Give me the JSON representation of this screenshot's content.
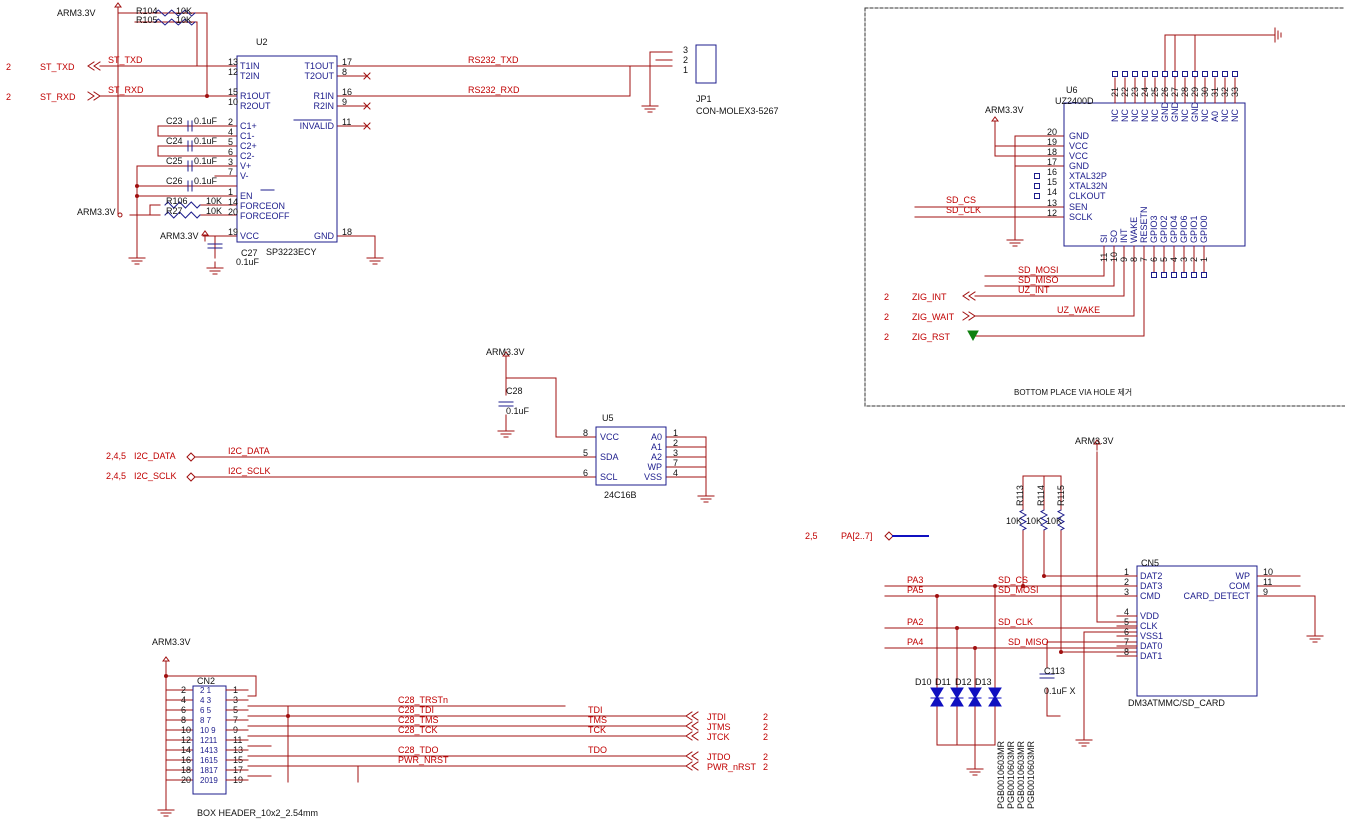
{
  "colors": {
    "wire": "#a01010",
    "body": "#1c1c8c",
    "label": "#c00000",
    "pin": "#1c1c8c",
    "accent": "#1010c0",
    "diode": "#1010c0",
    "rstArrow": "#108010"
  },
  "power": {
    "arm33": "ARM3.3V"
  },
  "u2": {
    "ref": "U2",
    "part": "SP3223ECY",
    "leftPins": [
      {
        "name": "T1IN",
        "num": "13"
      },
      {
        "name": "T2IN",
        "num": "12"
      },
      {
        "name": "R1OUT",
        "num": "15"
      },
      {
        "name": "R2OUT",
        "num": "10"
      },
      {
        "name": "C1+",
        "num": "2"
      },
      {
        "name": "C1-",
        "num": "4"
      },
      {
        "name": "C2+",
        "num": "5"
      },
      {
        "name": "C2-",
        "num": "6"
      },
      {
        "name": "V+",
        "num": "3"
      },
      {
        "name": "V-",
        "num": "7"
      },
      {
        "name": "EN",
        "num": "1"
      },
      {
        "name": "FORCEON",
        "num": "14"
      },
      {
        "name": "FORCEOFF",
        "num": "20"
      },
      {
        "name": "VCC",
        "num": "19"
      }
    ],
    "rightPins": [
      {
        "name": "T1OUT",
        "num": "17"
      },
      {
        "name": "T2OUT",
        "num": "8"
      },
      {
        "name": "R1IN",
        "num": "16"
      },
      {
        "name": "R2IN",
        "num": "9"
      },
      {
        "name": "INVALID",
        "num": "11"
      },
      {
        "name": "GND",
        "num": "18"
      }
    ]
  },
  "u2Passives": {
    "r104": "R104",
    "r105": "R105",
    "r10k": "10K",
    "c23": "C23",
    "c24": "C24",
    "c25": "C25",
    "c26": "C26",
    "cap01": "0.1uF",
    "r106": "R106",
    "r27": "R27",
    "c27": "C27"
  },
  "serial": {
    "sheet": "2",
    "stTxd": "ST_TXD",
    "stRxd": "ST_RXD",
    "rs232Txd": "RS232_TXD",
    "rs232Rxd": "RS232_RXD"
  },
  "jp1": {
    "ref": "JP1",
    "part": "CON-MOLEX3-5267",
    "pins": [
      "3",
      "2",
      "1"
    ]
  },
  "u6": {
    "ref": "U6",
    "part": "UZ2400D",
    "topPins": [
      {
        "name": "NC",
        "num": "21"
      },
      {
        "name": "NC",
        "num": "22"
      },
      {
        "name": "NC",
        "num": "23"
      },
      {
        "name": "NC",
        "num": "24"
      },
      {
        "name": "NC",
        "num": "25"
      },
      {
        "name": "GND",
        "num": "26"
      },
      {
        "name": "GND",
        "num": "27"
      },
      {
        "name": "NC",
        "num": "28"
      },
      {
        "name": "GND",
        "num": "29"
      },
      {
        "name": "NC",
        "num": "30"
      },
      {
        "name": "A0",
        "num": "31"
      },
      {
        "name": "NC",
        "num": "32"
      },
      {
        "name": "NC",
        "num": "33"
      }
    ],
    "leftPins": [
      {
        "name": "GND",
        "num": "20"
      },
      {
        "name": "VCC",
        "num": "19"
      },
      {
        "name": "VCC",
        "num": "18"
      },
      {
        "name": "GND",
        "num": "17"
      },
      {
        "name": "XTAL32P",
        "num": "16"
      },
      {
        "name": "XTAL32N",
        "num": "15"
      },
      {
        "name": "CLKOUT",
        "num": "14"
      },
      {
        "name": "SEN",
        "num": "13"
      },
      {
        "name": "SCLK",
        "num": "12"
      }
    ],
    "bottomPins": [
      {
        "name": "SI",
        "num": "11"
      },
      {
        "name": "SO",
        "num": "10"
      },
      {
        "name": "INT",
        "num": "9"
      },
      {
        "name": "WAKE",
        "num": "8"
      },
      {
        "name": "RESETN",
        "num": "7"
      },
      {
        "name": "GPIO3",
        "num": "6"
      },
      {
        "name": "GPIO2",
        "num": "5"
      },
      {
        "name": "GPIO4",
        "num": "4"
      },
      {
        "name": "GPIO6",
        "num": "3"
      },
      {
        "name": "GPIO1",
        "num": "2"
      },
      {
        "name": "GPIO0",
        "num": "1"
      }
    ]
  },
  "zigbee": {
    "sdCs": "SD_CS",
    "sdClk": "SD_CLK",
    "sdMosi": "SD_MOSI",
    "sdMiso": "SD_MISO",
    "uzInt": "UZ_INT",
    "uzWake": "UZ_WAKE",
    "zigInt": "ZIG_INT",
    "zigWait": "ZIG_WAIT",
    "zigRst": "ZIG_RST",
    "note": "BOTTOM PLACE VIA HOLE 제거"
  },
  "eeprom": {
    "c28": "C28",
    "ref": "U5",
    "part": "24C16B",
    "i2cData": "I2C_DATA",
    "i2cSclk": "I2C_SCLK",
    "sheets": "2,4,5",
    "leftPins": [
      {
        "name": "VCC",
        "num": "8"
      },
      {
        "name": "SDA",
        "num": "5"
      },
      {
        "name": "SCL",
        "num": "6"
      }
    ],
    "rightPins": [
      {
        "name": "A0",
        "num": "1"
      },
      {
        "name": "A1",
        "num": "2"
      },
      {
        "name": "A2",
        "num": "3"
      },
      {
        "name": "WP",
        "num": "7"
      },
      {
        "name": "VSS",
        "num": "4"
      }
    ]
  },
  "sd": {
    "ref": "CN5",
    "part": "DM3ATMMC/SD_CARD",
    "paBus": "PA[2..7]",
    "paSheets": "2,5",
    "r113": "R113",
    "r114": "R114",
    "r115": "R115",
    "c113": "C113",
    "c113val": "0.1uF X",
    "pa3": "PA3",
    "pa5": "PA5",
    "pa2": "PA2",
    "pa4": "PA4",
    "leftPins": [
      {
        "name": "DAT2",
        "num": "1"
      },
      {
        "name": "DAT3",
        "num": "2"
      },
      {
        "name": "CMD",
        "num": "3"
      },
      {
        "name": "VDD",
        "num": "4"
      },
      {
        "name": "CLK",
        "num": "5"
      },
      {
        "name": "VSS1",
        "num": "6"
      },
      {
        "name": "DAT0",
        "num": "7"
      },
      {
        "name": "DAT1",
        "num": "8"
      }
    ],
    "rightPins": [
      {
        "name": "WP",
        "num": "10"
      },
      {
        "name": "COM",
        "num": "11"
      },
      {
        "name": "CARD_DETECT",
        "num": "9"
      }
    ],
    "diodes": [
      "D10",
      "D11",
      "D12",
      "D13"
    ],
    "diodePart": "PGB0010603MR"
  },
  "jtag": {
    "ref": "CN2",
    "part": "BOX HEADER_10x2_2.54mm",
    "leftNums": [
      "2",
      "4",
      "6",
      "8",
      "10",
      "12",
      "14",
      "16",
      "18",
      "20"
    ],
    "rightNums": [
      "1",
      "3",
      "5",
      "7",
      "9",
      "11",
      "13",
      "15",
      "17",
      "19"
    ],
    "innerLabels": [
      "2  1",
      "4  3",
      "6  5",
      "8  7",
      "10 9",
      "1211",
      "1413",
      "1615",
      "1817",
      "2019"
    ],
    "nets": {
      "trst": "C28_TRSTn",
      "tdi": "C28_TDI",
      "tms": "C28_TMS",
      "tck": "C28_TCK",
      "tdo": "C28_TDO",
      "nrst": "PWR_NRST"
    },
    "mid": {
      "tdi": "TDI",
      "tms": "TMS",
      "tck": "TCK",
      "tdo": "TDO"
    },
    "ports": {
      "jtdi": "JTDI",
      "jtms": "JTMS",
      "jtck": "JTCK",
      "jtdo": "JTDO",
      "nrst": "PWR_nRST"
    },
    "sheet": "2"
  }
}
